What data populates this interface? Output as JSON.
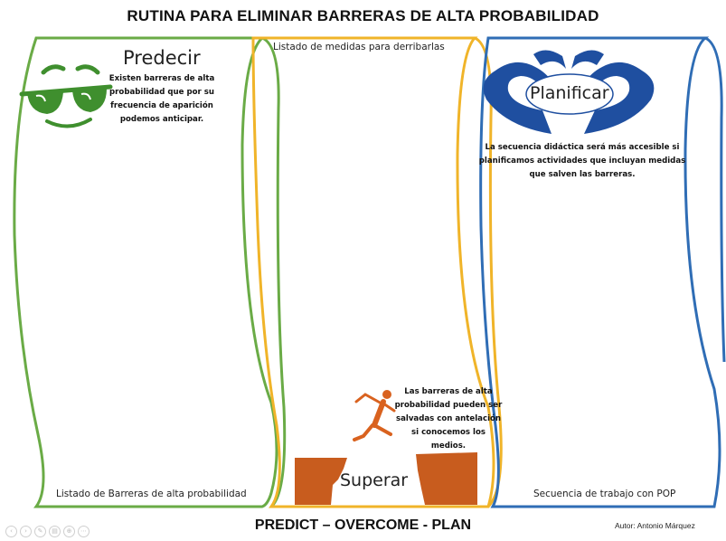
{
  "title": "RUTINA PARA ELIMINAR BARRERAS DE ALTA PROBABILIDAD",
  "columns": {
    "predict": {
      "heading": "Predecir",
      "text": "Existen barreras de alta probabilidad que por su frecuencia de aparición podemos anticipar.",
      "footer": "Listado de Barreras de alta probabilidad",
      "color": "#6aab46"
    },
    "overcome": {
      "header": "Listado de medidas para derribarlas",
      "heading": "Superar",
      "text": "Las barreras de alta probabilidad pueden ser salvadas con antelación si conocemos los medios.",
      "color": "#f0b429"
    },
    "plan": {
      "heading": "Planificar",
      "text": "La secuencia didáctica será más accesible si planificamos actividades que incluyan medidas que salven las barreras.",
      "footer": "Secuencia de trabajo con POP",
      "color": "#2f6db5"
    }
  },
  "bottom_title": "PREDICT – OVERCOME - PLAN",
  "author": "Autor: Antonio Márquez",
  "colors": {
    "sunglasses": "#3f8f2e",
    "hands": "#1f4fa0",
    "cliff": "#c85c1e",
    "runner": "#d9621f"
  },
  "icons": [
    "sunglasses-smiley-icon",
    "heart-hands-icon",
    "jumping-runner-icon",
    "cliff-icon"
  ],
  "viewer_controls": [
    "prev-icon",
    "next-icon",
    "pen-icon",
    "print-icon",
    "zoom-icon",
    "more-icon"
  ]
}
